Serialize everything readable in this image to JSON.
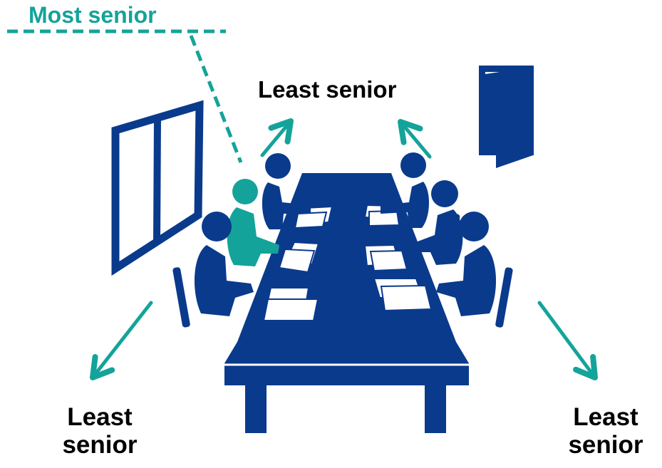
{
  "labels": {
    "most_senior": "Most senior",
    "least_senior_top": "Least senior",
    "least_senior_left": [
      "Least",
      "senior"
    ],
    "least_senior_right": [
      "Least",
      "senior"
    ]
  },
  "colors": {
    "navy": "#0a3a8c",
    "teal": "#14a39a",
    "paper": "#ffffff",
    "text": "#000000"
  },
  "icons": [
    "window-icon",
    "door-icon",
    "conference-table-icon",
    "person-icon",
    "document-icon",
    "arrow-icon"
  ]
}
